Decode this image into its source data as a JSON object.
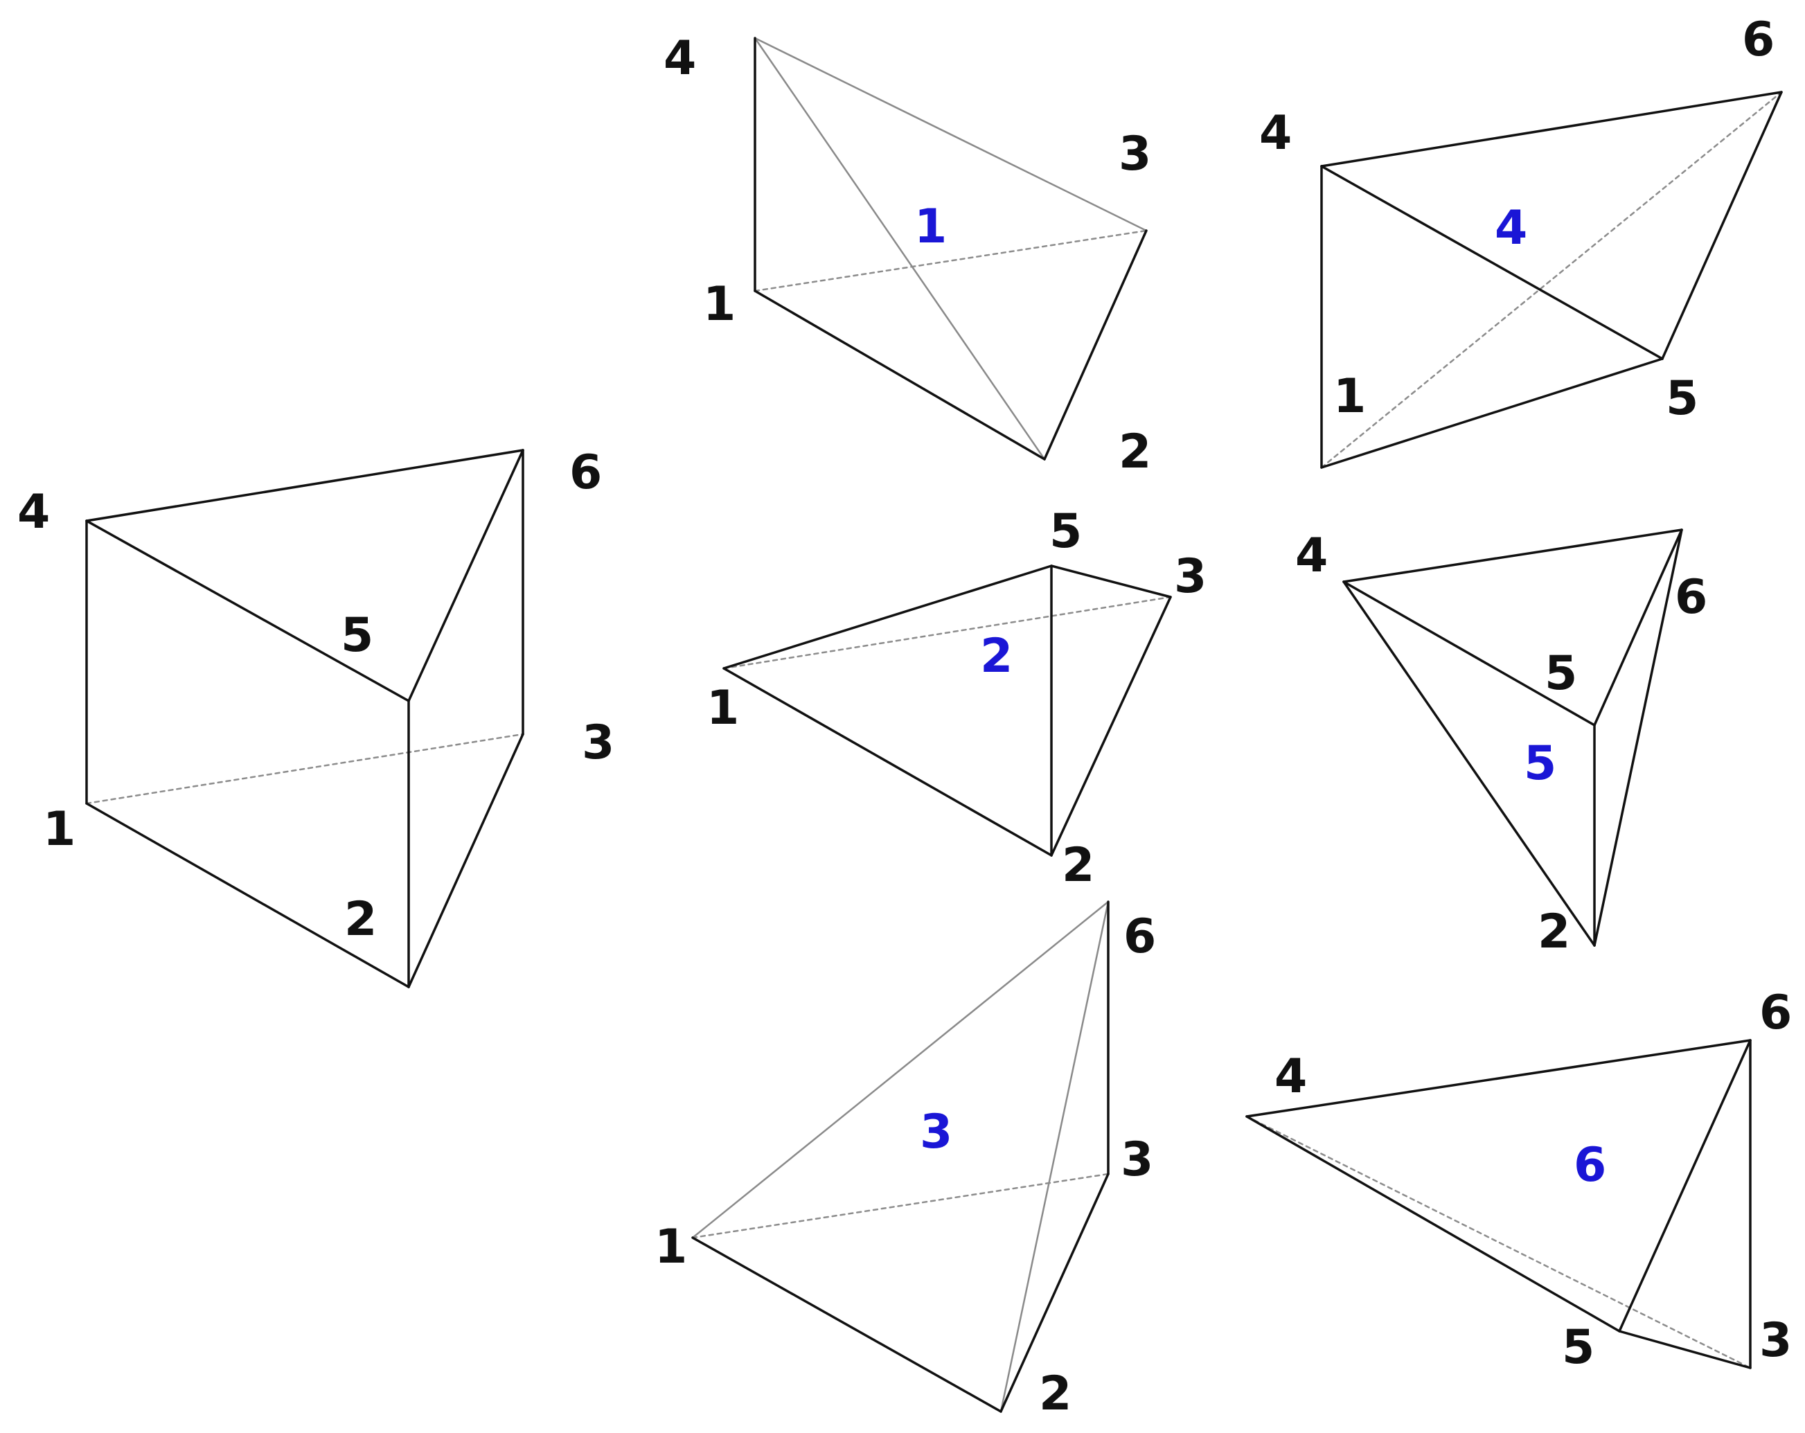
{
  "colors": {
    "edge": "#111111",
    "hidden_edge": "#8c8c8c",
    "vertex_label": "#111111",
    "piece_label": "#1a16d6",
    "background": "#ffffff"
  },
  "figures": [
    {
      "id": "prism",
      "piece_label": "",
      "vertices": [
        "4",
        "6",
        "5",
        "1",
        "3",
        "2"
      ]
    },
    {
      "id": "tet-1",
      "piece_label": "1",
      "vertices": [
        "4",
        "3",
        "1",
        "2"
      ]
    },
    {
      "id": "tet-4",
      "piece_label": "4",
      "vertices": [
        "4",
        "6",
        "1",
        "5"
      ]
    },
    {
      "id": "tet-2",
      "piece_label": "2",
      "vertices": [
        "5",
        "3",
        "1",
        "2"
      ]
    },
    {
      "id": "tet-5",
      "piece_label": "5",
      "vertices": [
        "4",
        "6",
        "5",
        "2"
      ]
    },
    {
      "id": "tet-3",
      "piece_label": "3",
      "vertices": [
        "6",
        "3",
        "1",
        "2"
      ]
    },
    {
      "id": "tet-6",
      "piece_label": "6",
      "vertices": [
        "4",
        "6",
        "5",
        "3"
      ]
    }
  ]
}
